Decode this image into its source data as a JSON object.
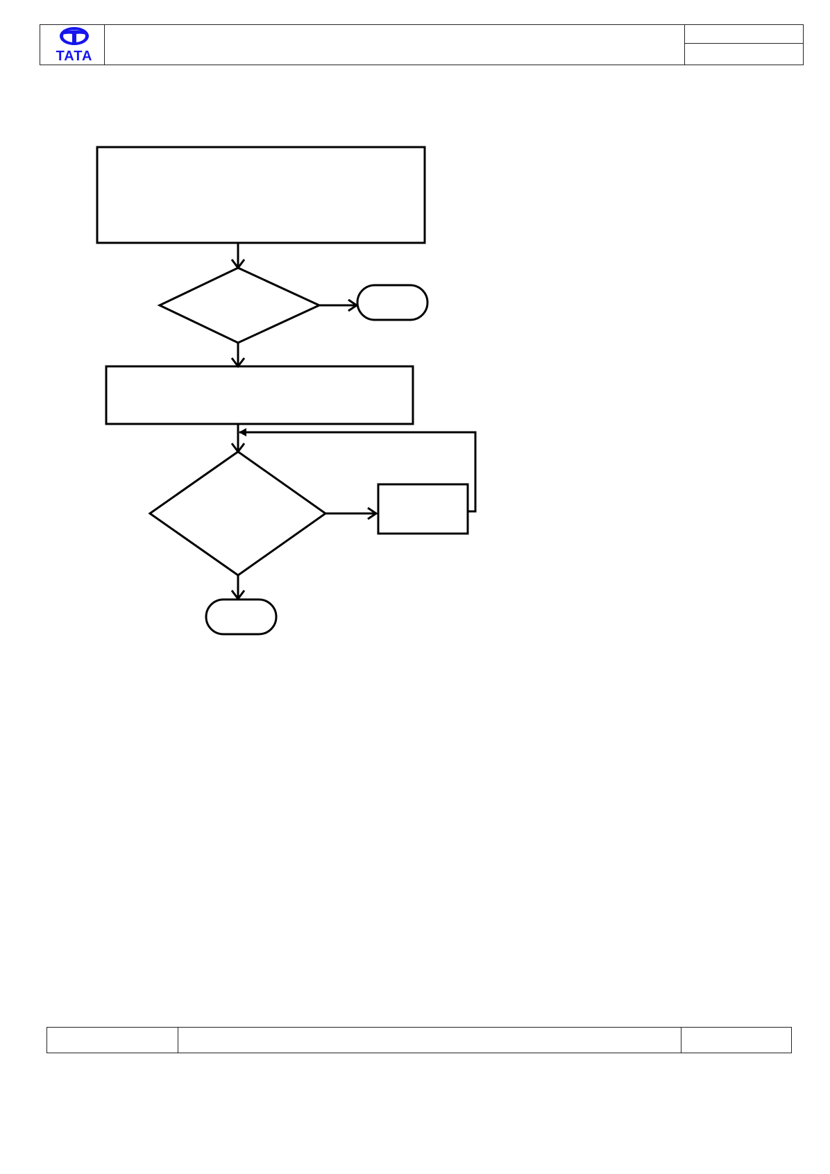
{
  "header": {
    "logo": {
      "name": "tata-logo",
      "text": "TATA",
      "color": "#1515ee"
    },
    "title": "",
    "doc_ref": "",
    "doc_rev": ""
  },
  "flowchart": {
    "nodes": [
      {
        "id": "process-1",
        "shape": "rectangle",
        "label": ""
      },
      {
        "id": "decision-1",
        "shape": "diamond",
        "label": ""
      },
      {
        "id": "terminator-1",
        "shape": "rounded-terminator",
        "label": ""
      },
      {
        "id": "process-2",
        "shape": "rectangle",
        "label": ""
      },
      {
        "id": "decision-2",
        "shape": "diamond",
        "label": ""
      },
      {
        "id": "process-3",
        "shape": "rectangle",
        "label": ""
      },
      {
        "id": "terminator-2",
        "shape": "rounded-terminator",
        "label": ""
      }
    ],
    "edges": [
      {
        "from": "process-1",
        "to": "decision-1"
      },
      {
        "from": "decision-1",
        "to": "terminator-1"
      },
      {
        "from": "decision-1",
        "to": "process-2"
      },
      {
        "from": "process-2",
        "to": "decision-2"
      },
      {
        "from": "decision-2",
        "to": "process-3"
      },
      {
        "from": "process-3",
        "to": "decision-2"
      },
      {
        "from": "decision-2",
        "to": "terminator-2"
      }
    ],
    "stroke_color": "#000000"
  },
  "footer": {
    "left": "",
    "center": "",
    "right": ""
  }
}
